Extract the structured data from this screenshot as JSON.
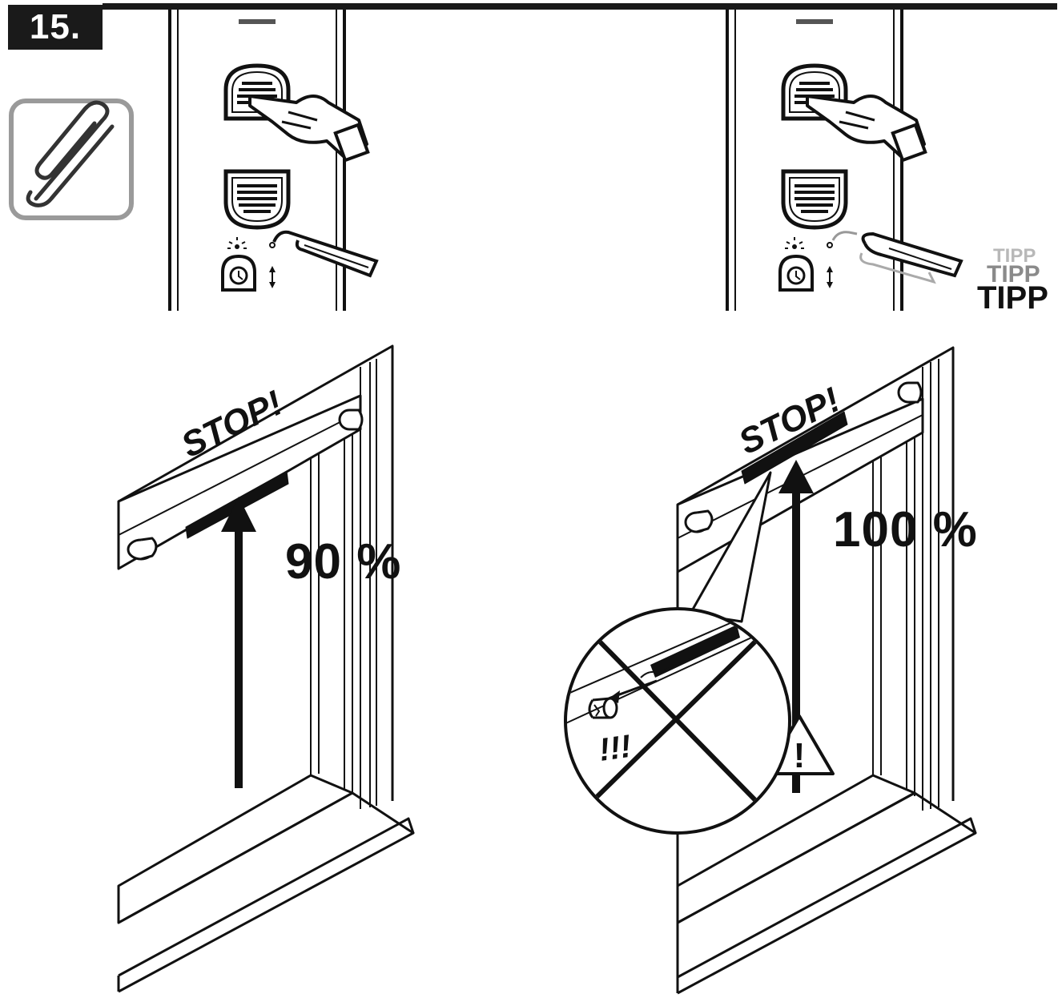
{
  "step": {
    "label": "15."
  },
  "left_panel": {
    "percent_label": "90 %",
    "stop_label": "STOP!"
  },
  "right_panel": {
    "percent_label": "100 %",
    "stop_label": "STOP!",
    "warning_mark": "!!!",
    "warning_triangle_glyph": "!",
    "tipp_labels": [
      "TIPP",
      "TIPP",
      "TIPP"
    ]
  },
  "icons": [
    "paperclip-icon",
    "hand-pointer-icon",
    "clock-icon",
    "led-indicator-icon",
    "up-down-arrows-icon",
    "warning-triangle-icon"
  ],
  "colors": {
    "ink": "#111111",
    "badge": "#1a1a1a",
    "tipp_light": "#b8b8b8",
    "tipp_mid": "#8a8a8a",
    "paperclip_frame": "#9a9a9a"
  }
}
